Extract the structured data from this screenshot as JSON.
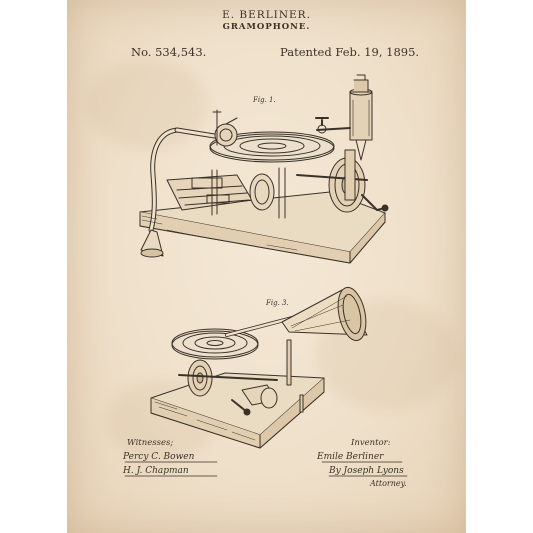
{
  "header": {
    "inventor_name": "E. BERLINER.",
    "invention_title": "GRAMOPHONE.",
    "patent_number": "No. 534,543.",
    "patent_date": "Patented Feb. 19, 1895."
  },
  "figures": {
    "fig1_label": "Fig. 1.",
    "fig3_label": "Fig. 3."
  },
  "signatures": {
    "witnesses_label": "Witnesses;",
    "witness_1": "Percy C. Bowen",
    "witness_2": "H. J. Chapman",
    "inventor_label": "Inventor:",
    "inventor_signature": "Emile Berliner",
    "attorney_signature": "By Joseph Lyons",
    "attorney_label": "Attorney."
  },
  "colors": {
    "paper": "#efe0ca",
    "ink": "#3a3228",
    "border": "#ffffff"
  }
}
